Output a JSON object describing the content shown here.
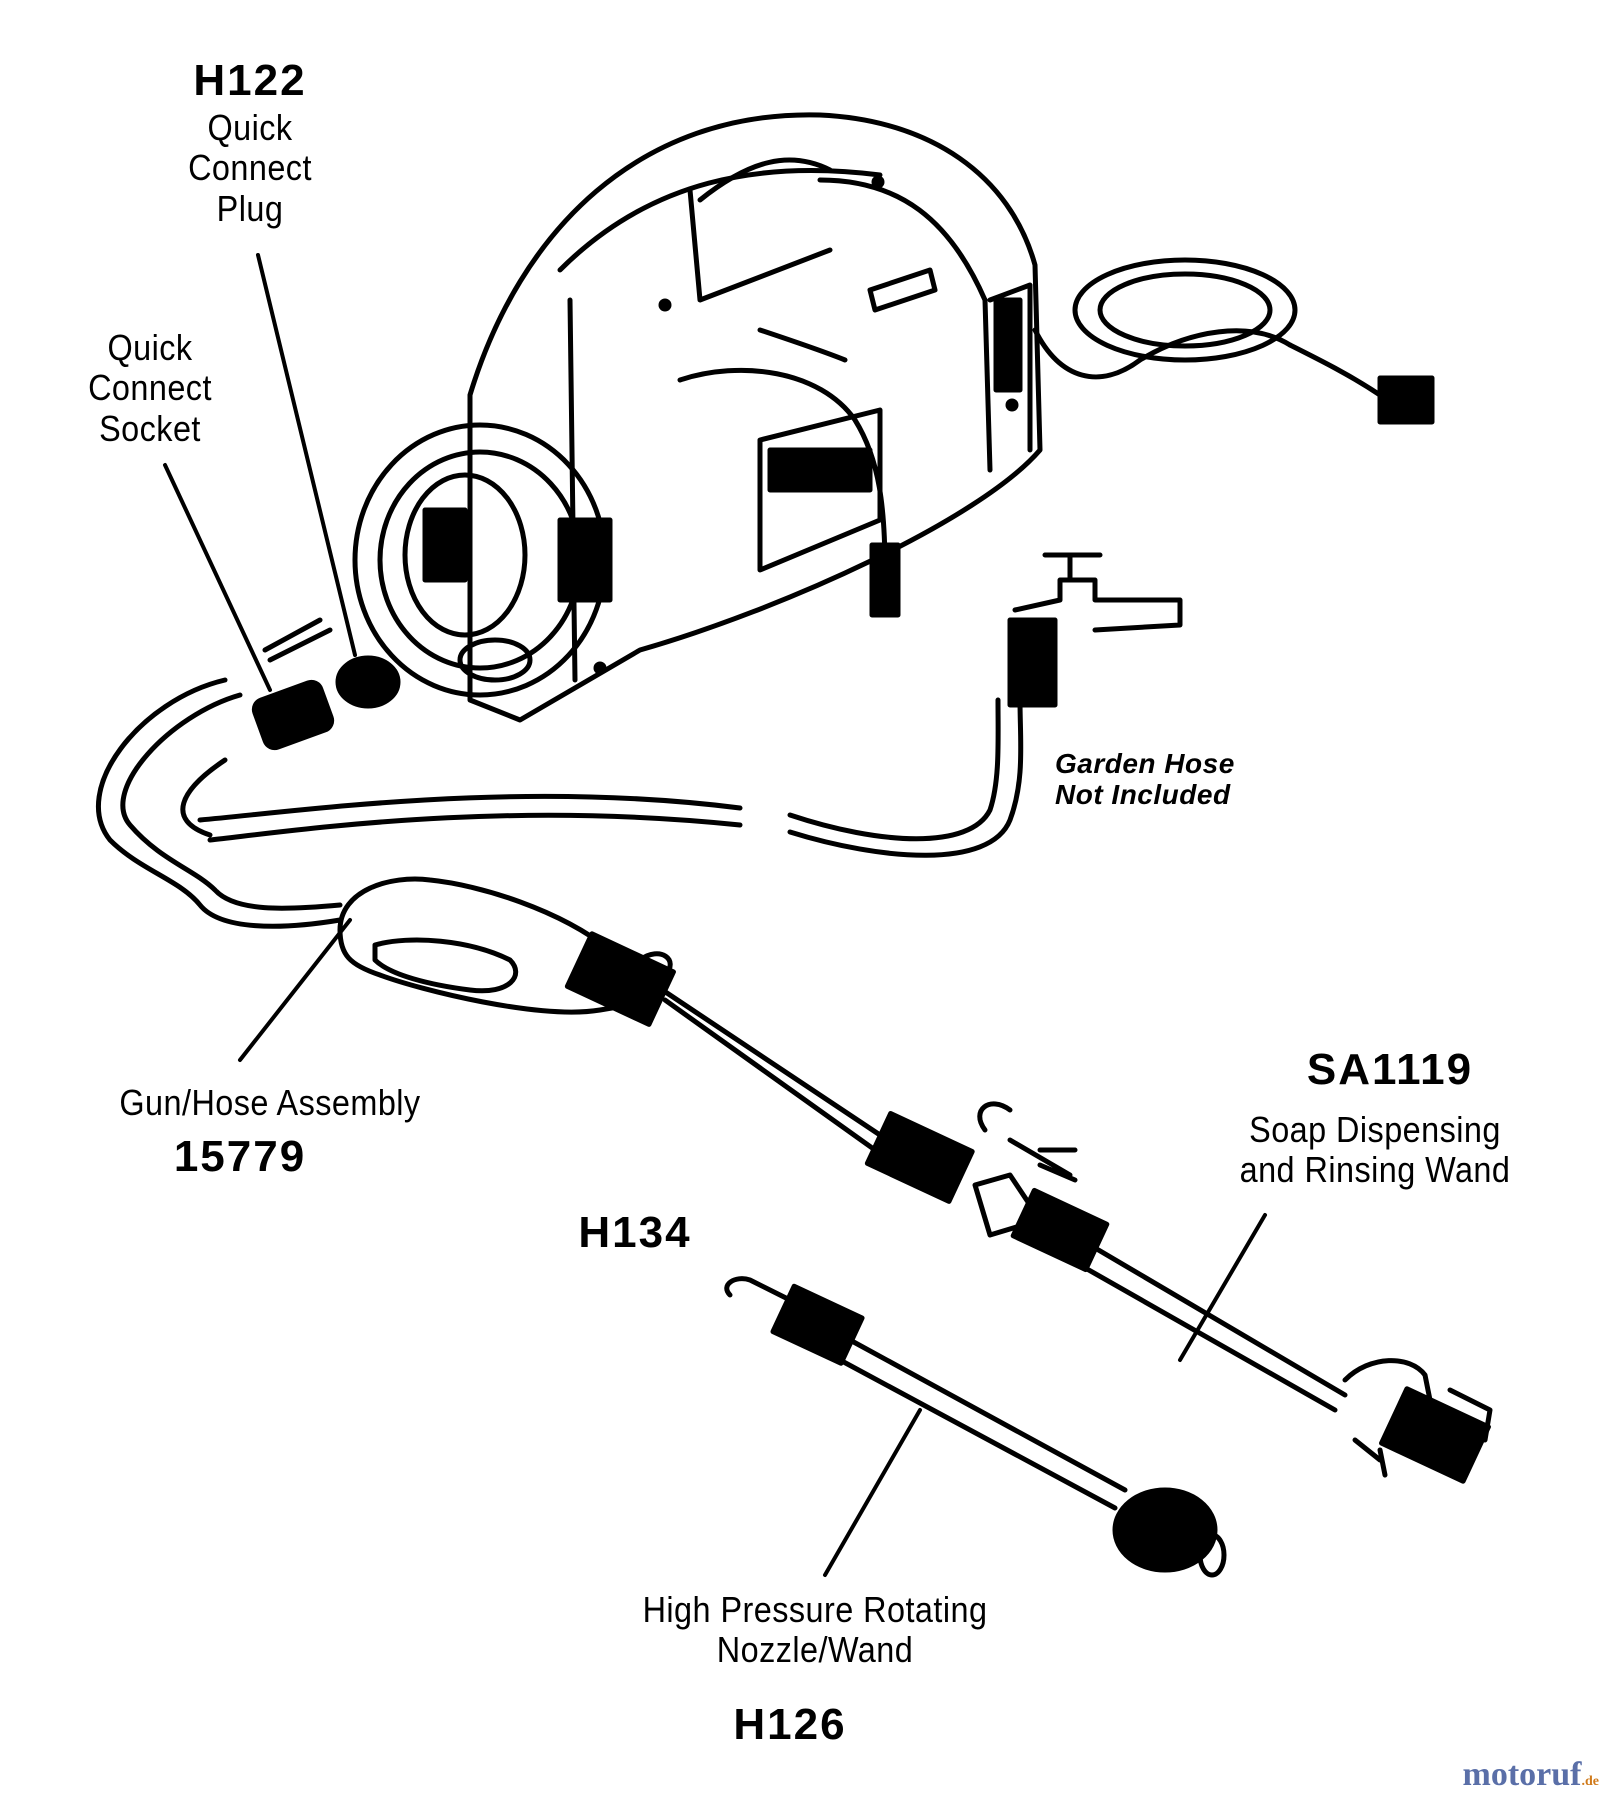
{
  "labels": {
    "h122_part": "H122",
    "h122_desc": [
      "Quick",
      "Connect",
      "Plug"
    ],
    "socket_desc": [
      "Quick",
      "Connect",
      "Socket"
    ],
    "garden_note": [
      "Garden Hose",
      "Not Included"
    ],
    "gun_desc": "Gun/Hose Assembly",
    "gun_part": "15779",
    "h134_part": "H134",
    "sa1119_part": "SA1119",
    "sa1119_desc": [
      "Soap Dispensing",
      "and Rinsing Wand"
    ],
    "h126_desc": [
      "High Pressure Rotating",
      "Nozzle/Wand"
    ],
    "h126_part": "H126"
  },
  "watermark": {
    "main": "motoruf",
    "suffix": ".de"
  },
  "colors": {
    "ink": "#000000",
    "paper": "#ffffff",
    "watermark_blue": "#5a6fa8",
    "watermark_orange": "#d07a1a"
  }
}
